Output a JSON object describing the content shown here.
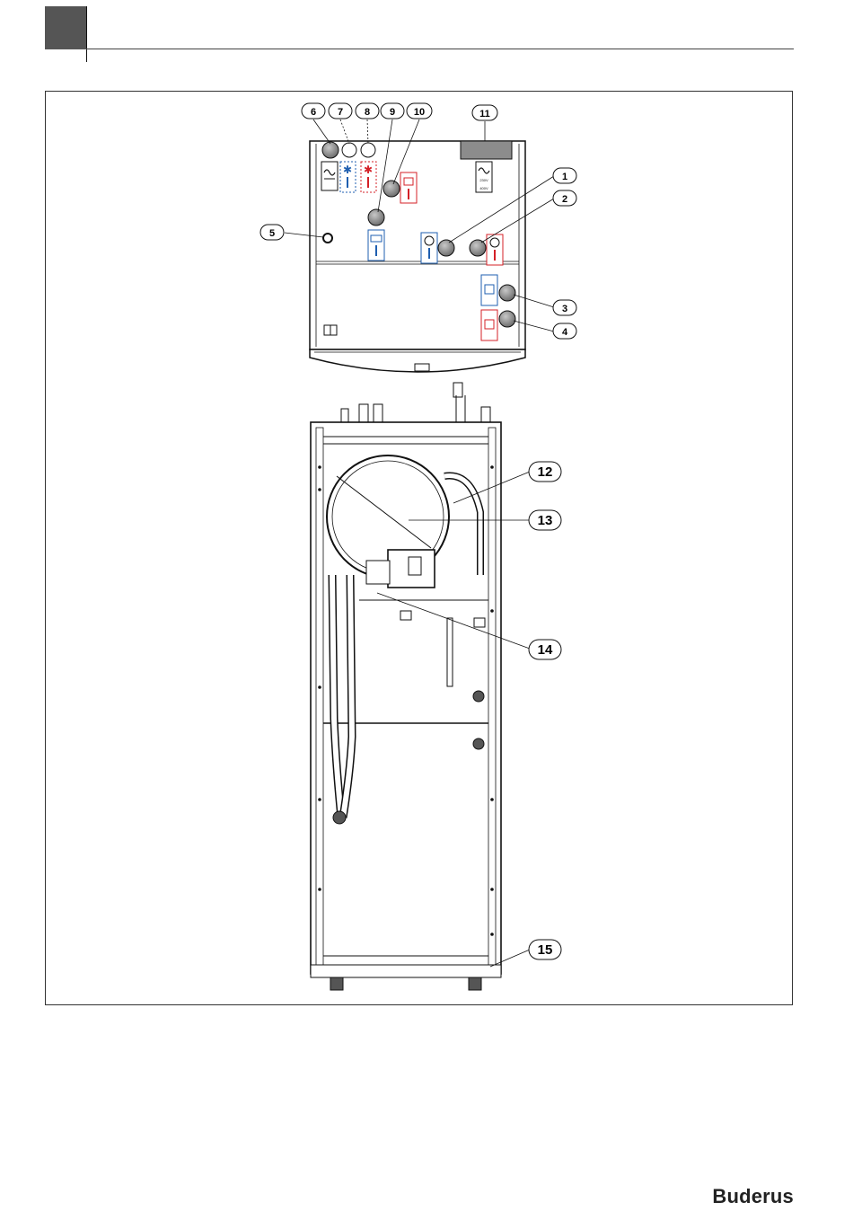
{
  "callouts": [
    {
      "id": "c1",
      "label": "1"
    },
    {
      "id": "c2",
      "label": "2"
    },
    {
      "id": "c3",
      "label": "3"
    },
    {
      "id": "c4",
      "label": "4"
    },
    {
      "id": "c5",
      "label": "5"
    },
    {
      "id": "c6",
      "label": "6"
    },
    {
      "id": "c7",
      "label": "7"
    },
    {
      "id": "c8",
      "label": "8"
    },
    {
      "id": "c9",
      "label": "9"
    },
    {
      "id": "c10",
      "label": "10"
    },
    {
      "id": "c11",
      "label": "11"
    },
    {
      "id": "c12",
      "label": "12"
    },
    {
      "id": "c13",
      "label": "13"
    },
    {
      "id": "c14",
      "label": "14"
    },
    {
      "id": "c15",
      "label": "15"
    }
  ],
  "panel_texts": {
    "voltage_top": "230V",
    "voltage_bottom": "400V"
  },
  "brand": {
    "logo_text": "Buderus"
  },
  "colors": {
    "tab": "#555555",
    "cold_blue": "#1f5fb0",
    "hot_red": "#d42027",
    "knob_gray": "#8c8c8c"
  }
}
